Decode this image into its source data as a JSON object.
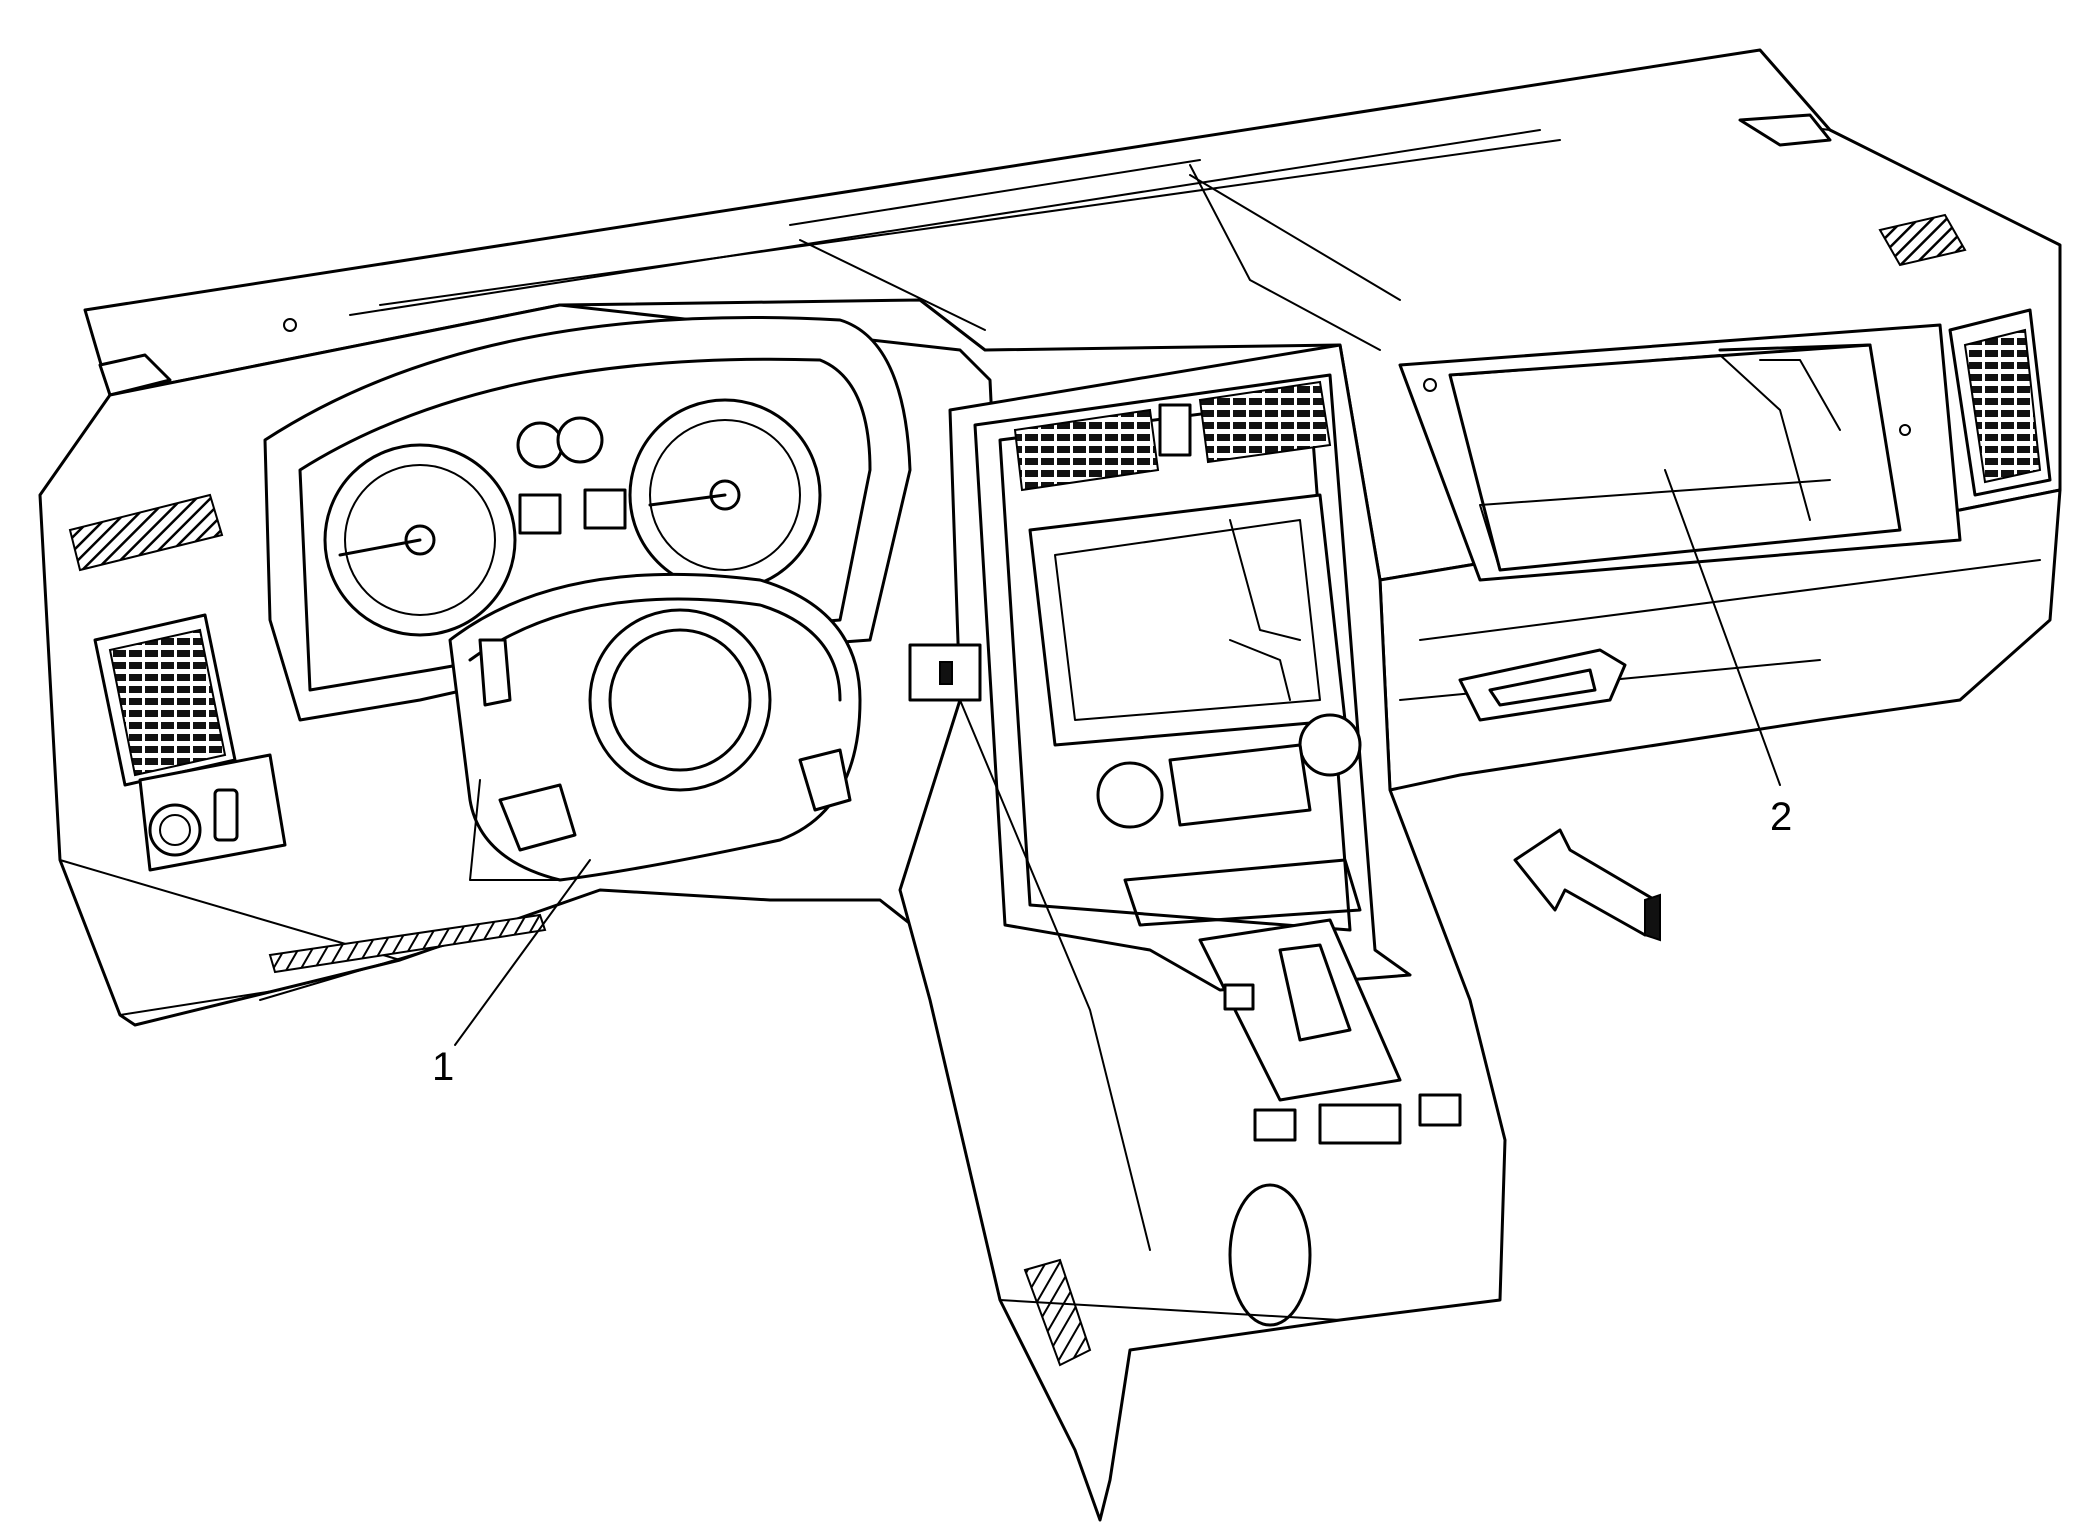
{
  "callouts": [
    {
      "id": "1",
      "label": "1"
    },
    {
      "id": "2",
      "label": "2"
    }
  ],
  "colors": {
    "line": "#000000",
    "background": "#ffffff",
    "vent_fill": "#111111"
  }
}
